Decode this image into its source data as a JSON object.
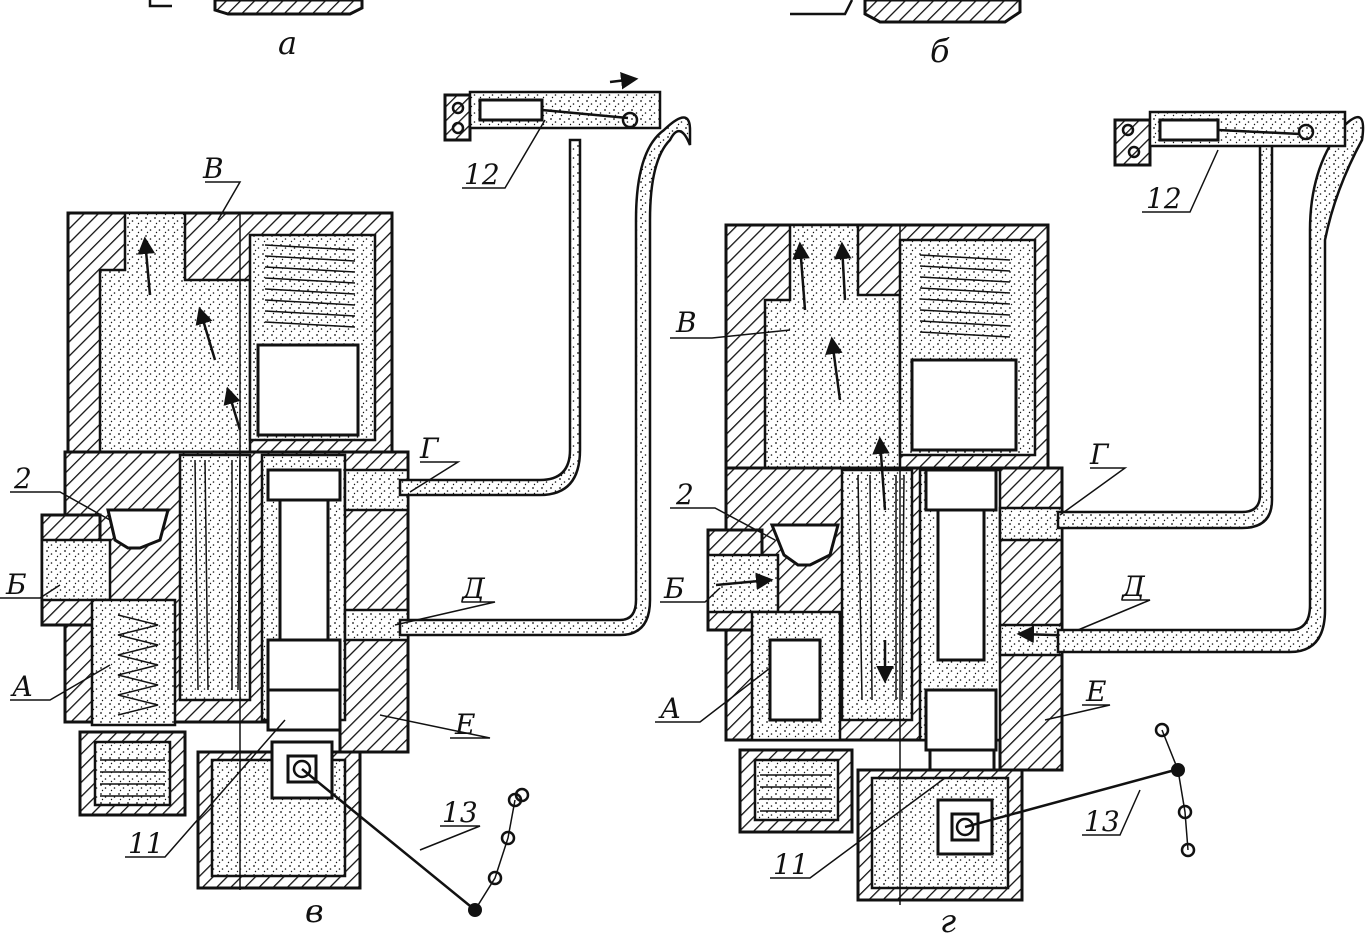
{
  "captions": {
    "top_left": "а",
    "top_right": "б",
    "bottom_left": "в",
    "bottom_right": "г"
  },
  "left_view": {
    "chamber_V": "В",
    "port_G": "Г",
    "port_D": "Д",
    "port_B": "Б",
    "cavity_A": "А",
    "cavity_E": "Е",
    "valve_2": "2",
    "part_11": "11",
    "part_12": "12",
    "part_13": "13"
  },
  "right_view": {
    "chamber_V": "В",
    "port_G": "Г",
    "port_D": "Д",
    "port_B": "Б",
    "cavity_A": "А",
    "cavity_E": "Е",
    "valve_2": "2",
    "part_11": "11",
    "part_12": "12",
    "part_13": "13"
  },
  "colors": {
    "ink": "#111111",
    "paper": "#ffffff"
  }
}
